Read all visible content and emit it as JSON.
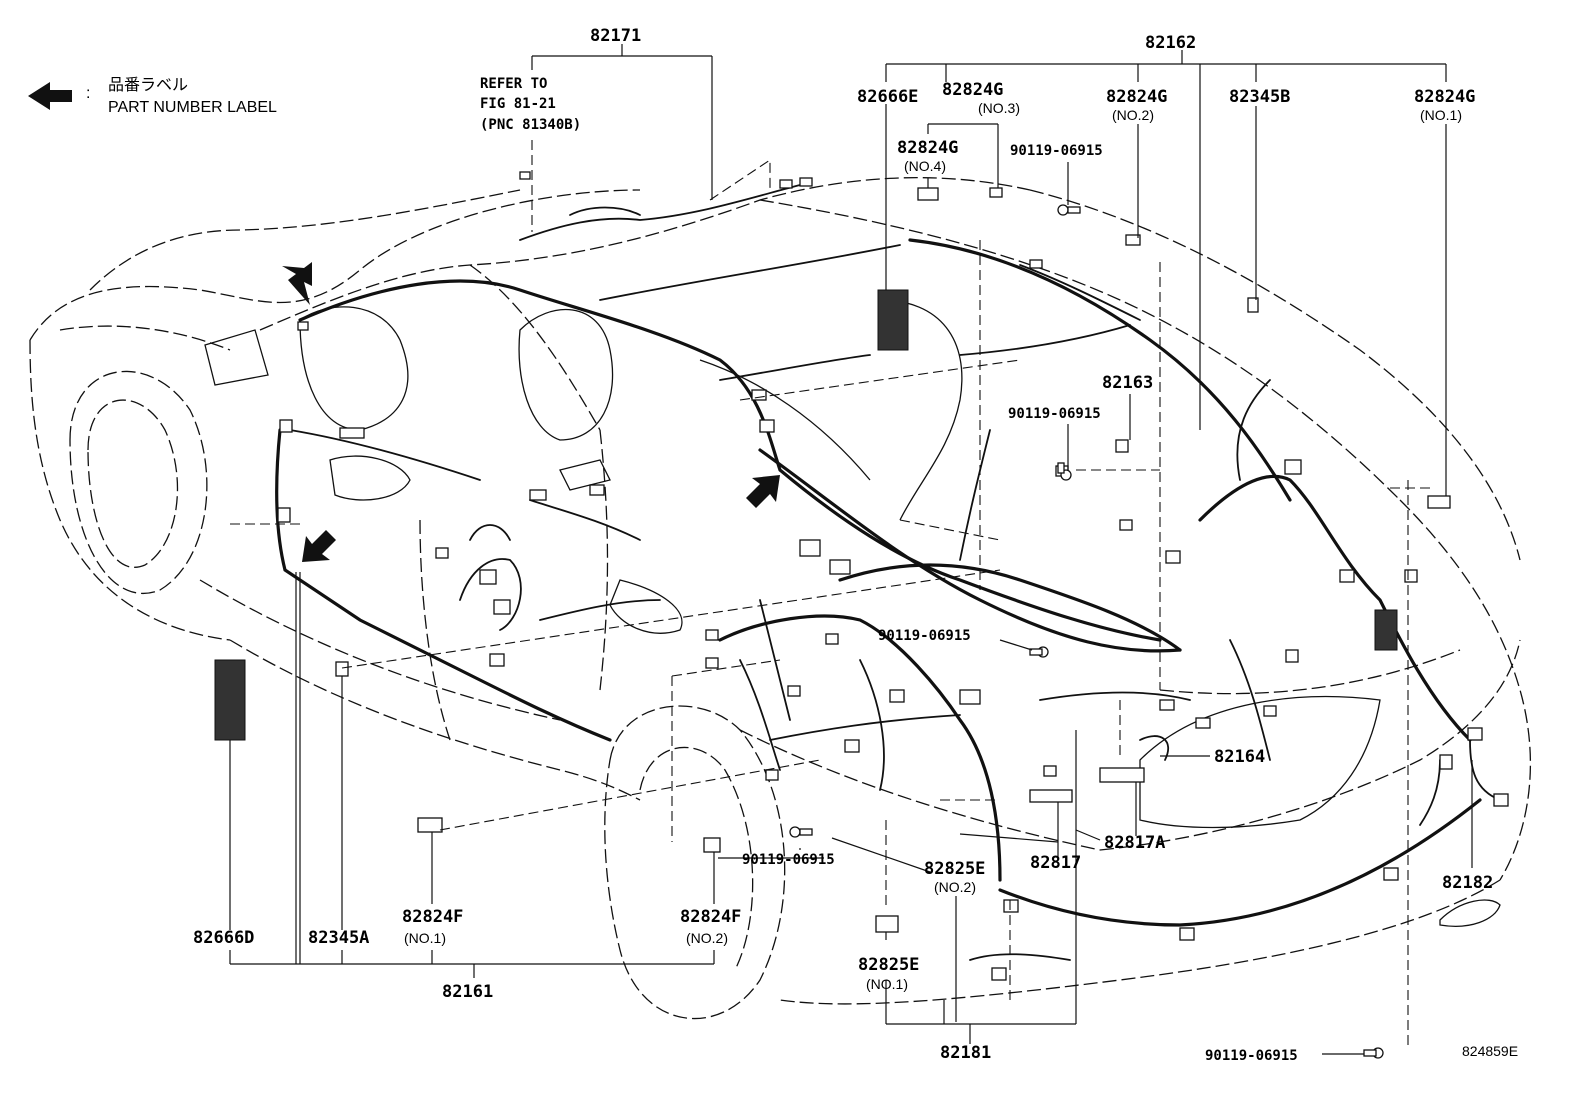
{
  "legend": {
    "jp": "品番ラベル",
    "colon": ":",
    "en": "PART NUMBER LABEL",
    "arrow_icon": "left-arrow-icon"
  },
  "refer": {
    "line1": "REFER TO",
    "line2": "FIG 81-21",
    "line3": "(PNC 81340B)"
  },
  "labels": {
    "p82171": "82171",
    "p82162": "82162",
    "p82666E": "82666E",
    "p82824G_no3": "82824G",
    "no3": "(NO.3)",
    "p82824G_no4": "82824G",
    "no4": "(NO.4)",
    "p82824G_no2": "82824G",
    "no2g": "(NO.2)",
    "p82345B": "82345B",
    "p82824G_no1": "82824G",
    "no1g": "(NO.1)",
    "bolt1": "90119-06915",
    "p82163": "82163",
    "bolt2": "90119-06915",
    "bolt3": "90119-06915",
    "p82164": "82164",
    "p82817A": "82817A",
    "p82817": "82817",
    "p82825E_no2": "82825E",
    "no2e": "(NO.2)",
    "bolt4": "90119-06915",
    "p82182": "82182",
    "p82666D": "82666D",
    "p82345A": "82345A",
    "p82824F_no1": "82824F",
    "no1f": "(NO.1)",
    "p82824F_no2": "82824F",
    "no2f": "(NO.2)",
    "p82161": "82161",
    "p82825E_no1": "82825E",
    "no1e": "(NO.1)",
    "p82181": "82181",
    "bolt5": "90119-06915",
    "figure_id": "824859E"
  }
}
